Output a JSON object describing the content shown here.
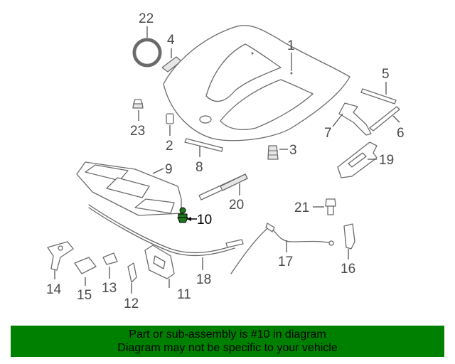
{
  "colors": {
    "footer_background": "#008000",
    "highlight_part": "#1a7a1a",
    "footer_text": "#000000"
  },
  "diagram": {
    "highlighted_part": "10",
    "labels": {
      "p1": "1",
      "p2": "2",
      "p3": "3",
      "p4": "4",
      "p5": "5",
      "p6": "6",
      "p7": "7",
      "p8": "8",
      "p9": "9",
      "p10": "10",
      "p11": "11",
      "p12": "12",
      "p13": "13",
      "p14": "14",
      "p15": "15",
      "p16": "16",
      "p17": "17",
      "p18": "18",
      "p19": "19",
      "p20": "20",
      "p21": "21",
      "p22": "22",
      "p23": "23"
    }
  },
  "footer": {
    "line1": "Part or sub-assembly is #10 in diagram",
    "line2": "Diagram may not be specific to your vehicle"
  }
}
